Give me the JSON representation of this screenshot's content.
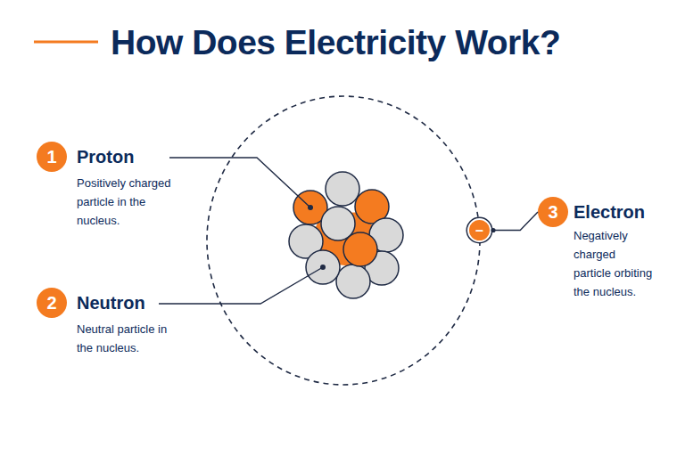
{
  "diagram": {
    "title": "How Does Electricity Work?",
    "nodes": [
      {
        "text": [
          "1",
          "Proton",
          "Positively charged particle in the nucleus."
        ]
      },
      {
        "text": [
          "2",
          "Neutron",
          "Neutral particle in the nucleus."
        ]
      },
      {
        "text": [
          "–"
        ]
      },
      {
        "text": [
          "3",
          "Electron",
          "Negatively charged particle orbiting the nucleus."
        ]
      }
    ],
    "edges": [
      {
        "from": 2,
        "to": 3,
        "arrow": "none"
      }
    ]
  }
}
